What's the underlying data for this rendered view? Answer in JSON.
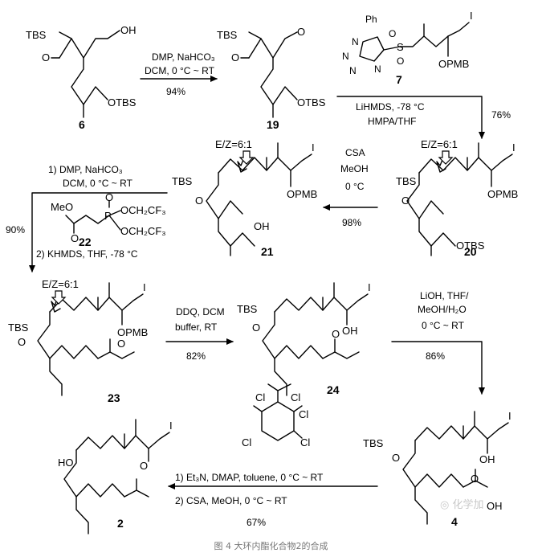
{
  "caption": "图 4 大环内酯化合物2的合成",
  "watermark": "化学加",
  "compounds": {
    "c6": {
      "label": "6",
      "tbs": "TBS",
      "otbs": "OTBS",
      "oh": "OH"
    },
    "c19": {
      "label": "19",
      "tbs": "TBS",
      "otbs": "OTBS",
      "o": "O"
    },
    "c7": {
      "label": "7",
      "ph": "Ph",
      "i": "I",
      "opmb": "OPMB",
      "s": "S",
      "o1": "O",
      "o2": "O",
      "n1": "N",
      "n2": "N",
      "n3": "N",
      "n4": "N"
    },
    "c20": {
      "label": "20",
      "ez": "E/Z=6:1",
      "tbs": "TBS",
      "opmb": "OPMB",
      "otbs": "OTBS",
      "i": "I"
    },
    "c21": {
      "label": "21",
      "ez": "E/Z=6:1",
      "tbs": "TBS",
      "opmb": "OPMB",
      "oh": "OH",
      "i": "I"
    },
    "c22": {
      "label": "22",
      "meo": "MeO",
      "o1": "O",
      "o2": "O",
      "p": "P",
      "och1": "OCH₂CF₃",
      "och2": "OCH₂CF₃"
    },
    "c23": {
      "label": "23",
      "ez": "E/Z=6:1",
      "tbs": "TBS",
      "opmb": "OPMB",
      "i": "I",
      "o": "O"
    },
    "c24": {
      "label": "24",
      "tbs": "TBS",
      "oh": "OH",
      "i": "I",
      "o": "O"
    },
    "c4": {
      "label": "4",
      "tbs": "TBS",
      "oh": "OH",
      "i": "I",
      "cooh_o": "O",
      "cooh_oh": "OH"
    },
    "c2": {
      "label": "2",
      "ho": "HO",
      "i": "I",
      "o": "O"
    },
    "reagent_acid_chloride": {
      "cl": "Cl"
    }
  },
  "conditions": {
    "s1": {
      "line1": "DMP, NaHCO₃",
      "line2": "DCM, 0 °C ~ RT",
      "yield": "94%"
    },
    "s2": {
      "line1": "LiHMDS, -78 °C",
      "line2": "HMPA/THF",
      "yield": "76%"
    },
    "s3": {
      "line1": "CSA",
      "line2": "MeOH",
      "line3": "0 °C",
      "yield": "98%"
    },
    "s4": {
      "line1": "1) DMP, NaHCO₃",
      "line2": "DCM, 0 °C ~ RT",
      "line3": "2) KHMDS, THF, -78 °C",
      "yield": "90%"
    },
    "s5": {
      "line1": "DDQ, DCM",
      "line2": "buffer, RT",
      "yield": "82%"
    },
    "s6": {
      "line1": "LiOH, THF/",
      "line2": "MeOH/H₂O",
      "line3": "0 °C ~ RT",
      "yield": "86%"
    },
    "s7": {
      "line1": "1) Et₃N, DMAP, toluene, 0 °C ~ RT",
      "line2": "2) CSA, MeOH, 0 °C ~ RT",
      "yield": "67%"
    }
  }
}
